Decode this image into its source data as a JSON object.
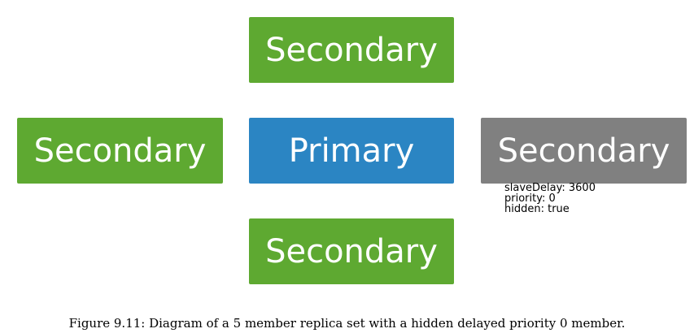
{
  "colors": {
    "secondary": "#5ea931",
    "primary": "#2b85c3",
    "hidden_secondary": "#808080"
  },
  "nodes": {
    "top": {
      "label": "Secondary",
      "role": "secondary"
    },
    "left": {
      "label": "Secondary",
      "role": "secondary"
    },
    "center": {
      "label": "Primary",
      "role": "primary"
    },
    "right": {
      "label": "Secondary",
      "role": "hidden_secondary"
    },
    "bottom": {
      "label": "Secondary",
      "role": "secondary"
    }
  },
  "annotation": {
    "lines": [
      "slaveDelay: 3600",
      "priority: 0",
      "hidden: true"
    ]
  },
  "caption": "Figure 9.11: Diagram of a 5 member replica set with a hidden delayed priority 0 member."
}
